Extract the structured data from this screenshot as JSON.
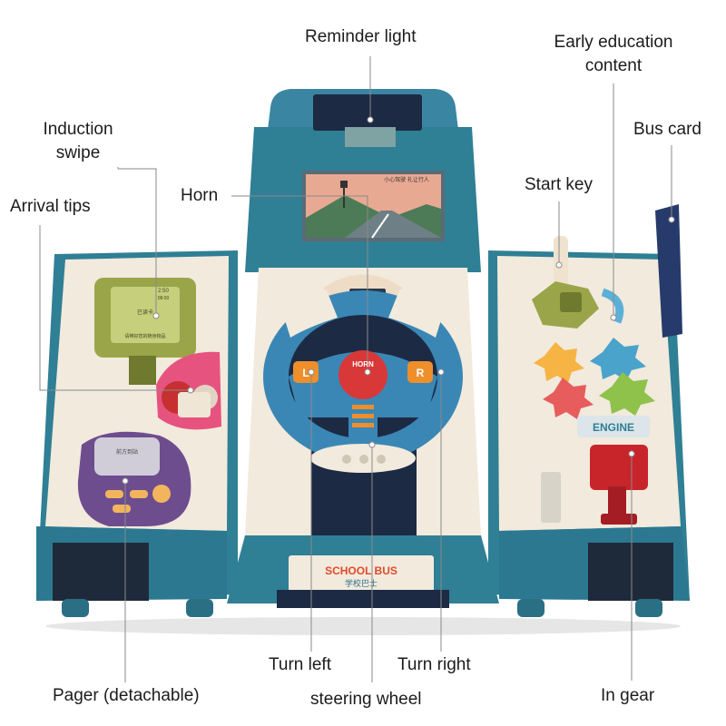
{
  "labels": {
    "reminder_light": "Reminder light",
    "early_education_line1": "Early education",
    "early_education_line2": "content",
    "induction_swipe_line1": "Induction",
    "induction_swipe_line2": "swipe",
    "bus_card": "Bus card",
    "horn": "Horn",
    "start_key": "Start key",
    "arrival_tips": "Arrival tips",
    "turn_left": "Turn left",
    "turn_right": "Turn right",
    "pager": "Pager (detachable)",
    "steering_wheel": "steering wheel",
    "in_gear": "In gear"
  },
  "toy_text": {
    "horn_button": "HORN",
    "left_button": "L",
    "right_button": "R",
    "brand_line1": "SCHOOL BUS",
    "brand_line2": "学校巴士",
    "engine_label": "ENGINE",
    "screen_caption": "小心驾驶 礼让行人",
    "card_reader_line1": "已读卡",
    "card_reader_line2": "请带好您的随身物品",
    "arrival_top": "2:50",
    "arrival_small": "08:00",
    "pager_text": "前方到站"
  },
  "colors": {
    "body_teal": "#2f7f95",
    "body_dark_teal": "#1f5f73",
    "cream_panel": "#f2eadd",
    "wheel_blue": "#3a87b5",
    "horn_red": "#d93838",
    "gear_red": "#c8252b",
    "olive_green": "#9aa54a",
    "purple_pager": "#6e4d8f"
  }
}
